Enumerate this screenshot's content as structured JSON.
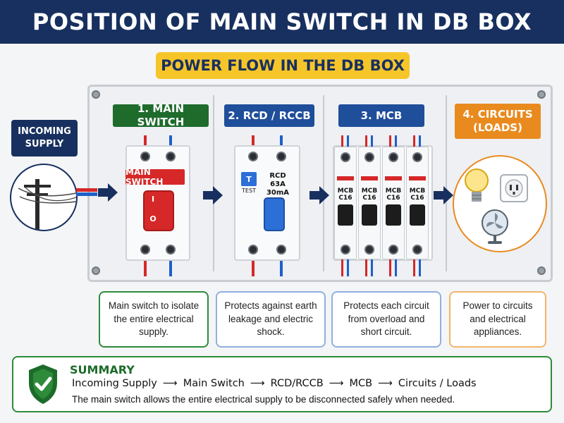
{
  "header": {
    "title": "POSITION OF MAIN SWITCH IN DB BOX"
  },
  "subtitle": "POWER FLOW IN THE DB BOX",
  "incoming": {
    "label": "INCOMING SUPPLY"
  },
  "stages": [
    {
      "label": "1. MAIN SWITCH",
      "color": "#1e6b2c",
      "description": "Main switch to isolate the entire electrical supply."
    },
    {
      "label": "2. RCD / RCCB",
      "color": "#1f4e9a",
      "description": "Protects against earth leakage and electric shock."
    },
    {
      "label": "3. MCB",
      "color": "#1f4e9a",
      "description": "Protects each circuit from overload and short circuit."
    },
    {
      "label": "4. CIRCUITS (LOADS)",
      "color": "#e98a1f",
      "description": "Power to circuits and electrical appliances."
    }
  ],
  "devices": {
    "main_switch_tag": "MAIN SWITCH",
    "main_switch_on": "I",
    "main_switch_off": "O",
    "rcd_test_button": "T",
    "rcd_test_label": "TEST",
    "rcd_name": "RCD",
    "rcd_rating": "63A",
    "rcd_sensitivity": "30mA",
    "mcb_labels": [
      "MCB C16",
      "MCB C16",
      "MCB C16",
      "MCB C16"
    ]
  },
  "summary": {
    "title": "SUMMARY",
    "flow": [
      "Incoming Supply",
      "Main Switch",
      "RCD/RCCB",
      "MCB",
      "Circuits / Loads"
    ],
    "arrow": "⟶",
    "note": "The main switch allows the entire electrical supply to be disconnected safely when needed."
  },
  "colors": {
    "navy": "#17305f",
    "green": "#1e6b2c",
    "blue": "#1f4e9a",
    "orange": "#e98a1f",
    "yellow": "#f6c52a",
    "red": "#d62828"
  }
}
